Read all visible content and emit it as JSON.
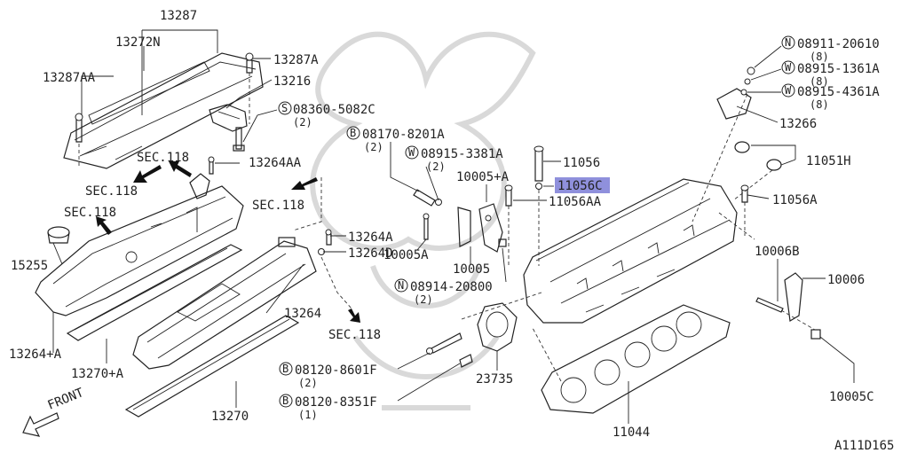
{
  "colors": {
    "line": "#222222",
    "background": "#ffffff",
    "highlight": "#8f90dc"
  },
  "selected_part": "11056C",
  "labels": {
    "p13287": "13287",
    "p13272N": "13272N",
    "p13287AA": "13287AA",
    "p13287A": "13287A",
    "p13216": "13216",
    "p08360": "08360-5082C",
    "sec118": "SEC.118",
    "p13264AA": "13264AA",
    "p13264A": "13264A",
    "p13264D": "13264D",
    "p15255": "15255",
    "p13264": "13264",
    "p13264pA": "13264+A",
    "p13270pA": "13270+A",
    "p13270": "13270",
    "front": "FRONT",
    "p08170": "08170-8201A",
    "p08915_3381A": "08915-3381A",
    "p10005pA": "10005+A",
    "p10005A": "10005A",
    "p10005": "10005",
    "p08914": "08914-20800",
    "p11056": "11056",
    "p11056C": "11056C",
    "p11056AA": "11056AA",
    "p08120_8601F": "08120-8601F",
    "p08120_8351F": "08120-8351F",
    "p23735": "23735",
    "p11044": "11044",
    "p08911": "08911-20610",
    "p08915_1361A": "08915-1361A",
    "p08915_4361A": "08915-4361A",
    "p13266": "13266",
    "p11051H": "11051H",
    "p11056A": "11056A",
    "p10006B": "10006B",
    "p10006": "10006",
    "p10005C": "10005C",
    "diagram_code": "A111D165",
    "q1": "(1)",
    "q2": "(2)",
    "q8": "(8)",
    "s_mark": "S",
    "b_mark": "B",
    "w_mark": "W",
    "n_mark": "N"
  }
}
